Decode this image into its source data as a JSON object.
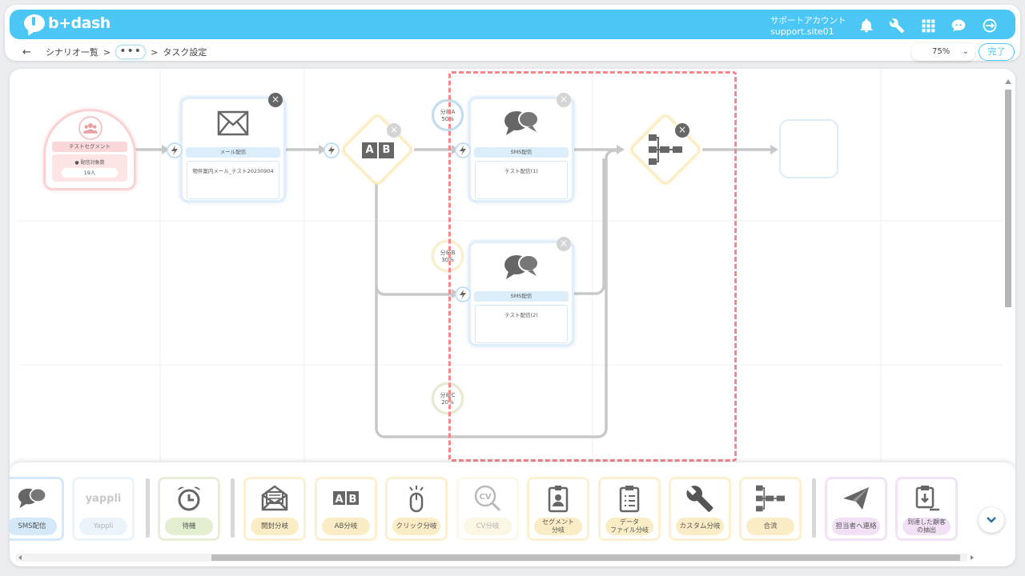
{
  "app": {
    "name": "b+dash"
  },
  "header": {
    "account_label": "サポートアカウント",
    "account_site": "support.site01",
    "icons": [
      "bell-icon",
      "wrench-icon",
      "apps-grid-icon",
      "chat-bot-icon",
      "logout-icon"
    ]
  },
  "breadcrumb": {
    "back": "←",
    "scenario_list": "シナリオ一覧",
    "separator": ">",
    "more": "•••",
    "current": "タスク設定"
  },
  "zoom": {
    "value": "75%"
  },
  "done_button": "完了",
  "flow": {
    "segment": {
      "title": "テストセグメント",
      "count_label": "配信対象数",
      "count_value": "19人"
    },
    "mail_task": {
      "label": "メール配信",
      "content": "物件案内メール_テスト20230904"
    },
    "ab_split": {
      "label": "AB"
    },
    "branches": [
      {
        "name": "分岐A",
        "percent": "50%"
      },
      {
        "name": "分岐B",
        "percent": "30%"
      },
      {
        "name": "分岐C",
        "percent": "20%"
      }
    ],
    "sms_task_1": {
      "label": "SMS配信",
      "content": "テスト配信(1)"
    },
    "sms_task_2": {
      "label": "SMS配信",
      "content": "テスト配信(2)"
    }
  },
  "toolbar": {
    "items": [
      {
        "label": "SMS配信",
        "icon": "chat-bubbles-icon"
      },
      {
        "label": "Yappli",
        "icon": "yappli-logo"
      },
      {
        "label": "待機",
        "icon": "alarm-clock-icon"
      },
      {
        "label": "開封分岐",
        "icon": "open-envelope-icon"
      },
      {
        "label": "AB分岐",
        "icon": "ab-icon"
      },
      {
        "label": "クリック分岐",
        "icon": "mouse-click-icon"
      },
      {
        "label": "CV分岐",
        "icon": "cv-search-icon"
      },
      {
        "label": "セグメント\n分岐",
        "icon": "id-badge-icon"
      },
      {
        "label": "データ\nファイル分岐",
        "icon": "clipboard-list-icon"
      },
      {
        "label": "カスタム分岐",
        "icon": "wrench-icon"
      },
      {
        "label": "合流",
        "icon": "merge-tree-icon"
      },
      {
        "label": "担当者へ連絡",
        "icon": "paper-plane-icon"
      },
      {
        "label": "到達した顧客\nの抽出",
        "icon": "download-clipboard-icon"
      }
    ],
    "yappli_logo_text": "yappli"
  },
  "colors": {
    "brand": "#4cc6f4",
    "highlight_dash": "#f3878b",
    "segment_pink": "#fbd2d4",
    "branch_yellow": "#fcecc0",
    "task_blue": "#dbeefa"
  }
}
